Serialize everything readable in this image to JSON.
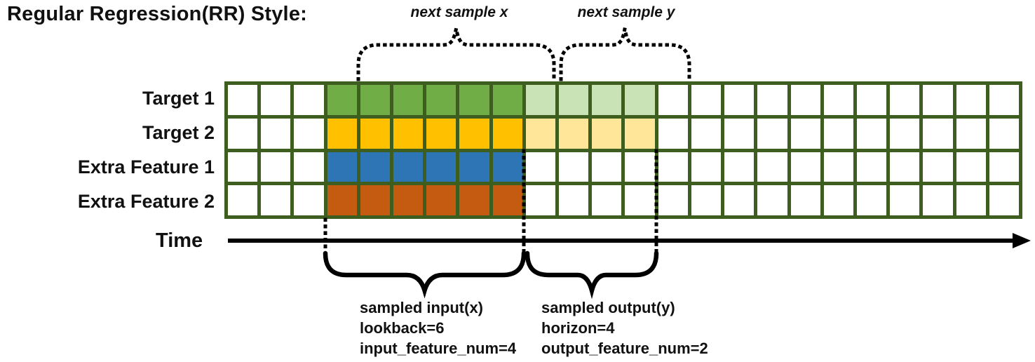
{
  "title": "Regular Regression(RR) Style:",
  "annotations": {
    "next_sample_x": "next sample x",
    "next_sample_y": "next sample y",
    "time_label": "Time"
  },
  "input_block": {
    "line1": "sampled input(x)",
    "line2": "lookback=6",
    "line3": "input_feature_num=4"
  },
  "output_block": {
    "line1": "sampled output(y)",
    "line2": "horizon=4",
    "line3": "output_feature_num=2"
  },
  "grid": {
    "columns": 24,
    "border_color": "#3E5E20",
    "colors": {
      "white": "#FFFFFF",
      "green": "#70AD47",
      "lightGreen": "#C9E2B6",
      "gold": "#FFC000",
      "lightGold": "#FFE699",
      "blue": "#2E75B6",
      "orange": "#C55A11"
    },
    "rows": [
      {
        "label": "Target 1",
        "runs": [
          [
            "white",
            3
          ],
          [
            "green",
            6
          ],
          [
            "lightGreen",
            4
          ],
          [
            "white",
            11
          ]
        ]
      },
      {
        "label": "Target 2",
        "runs": [
          [
            "white",
            3
          ],
          [
            "gold",
            6
          ],
          [
            "lightGold",
            4
          ],
          [
            "white",
            11
          ]
        ]
      },
      {
        "label": "Extra Feature 1",
        "runs": [
          [
            "white",
            3
          ],
          [
            "blue",
            6
          ],
          [
            "white",
            15
          ]
        ]
      },
      {
        "label": "Extra Feature 2",
        "runs": [
          [
            "white",
            3
          ],
          [
            "orange",
            6
          ],
          [
            "white",
            15
          ]
        ]
      }
    ],
    "params": {
      "lookback": 6,
      "horizon": 4,
      "input_feature_num": 4,
      "output_feature_num": 2
    }
  },
  "line_color": "#000000"
}
